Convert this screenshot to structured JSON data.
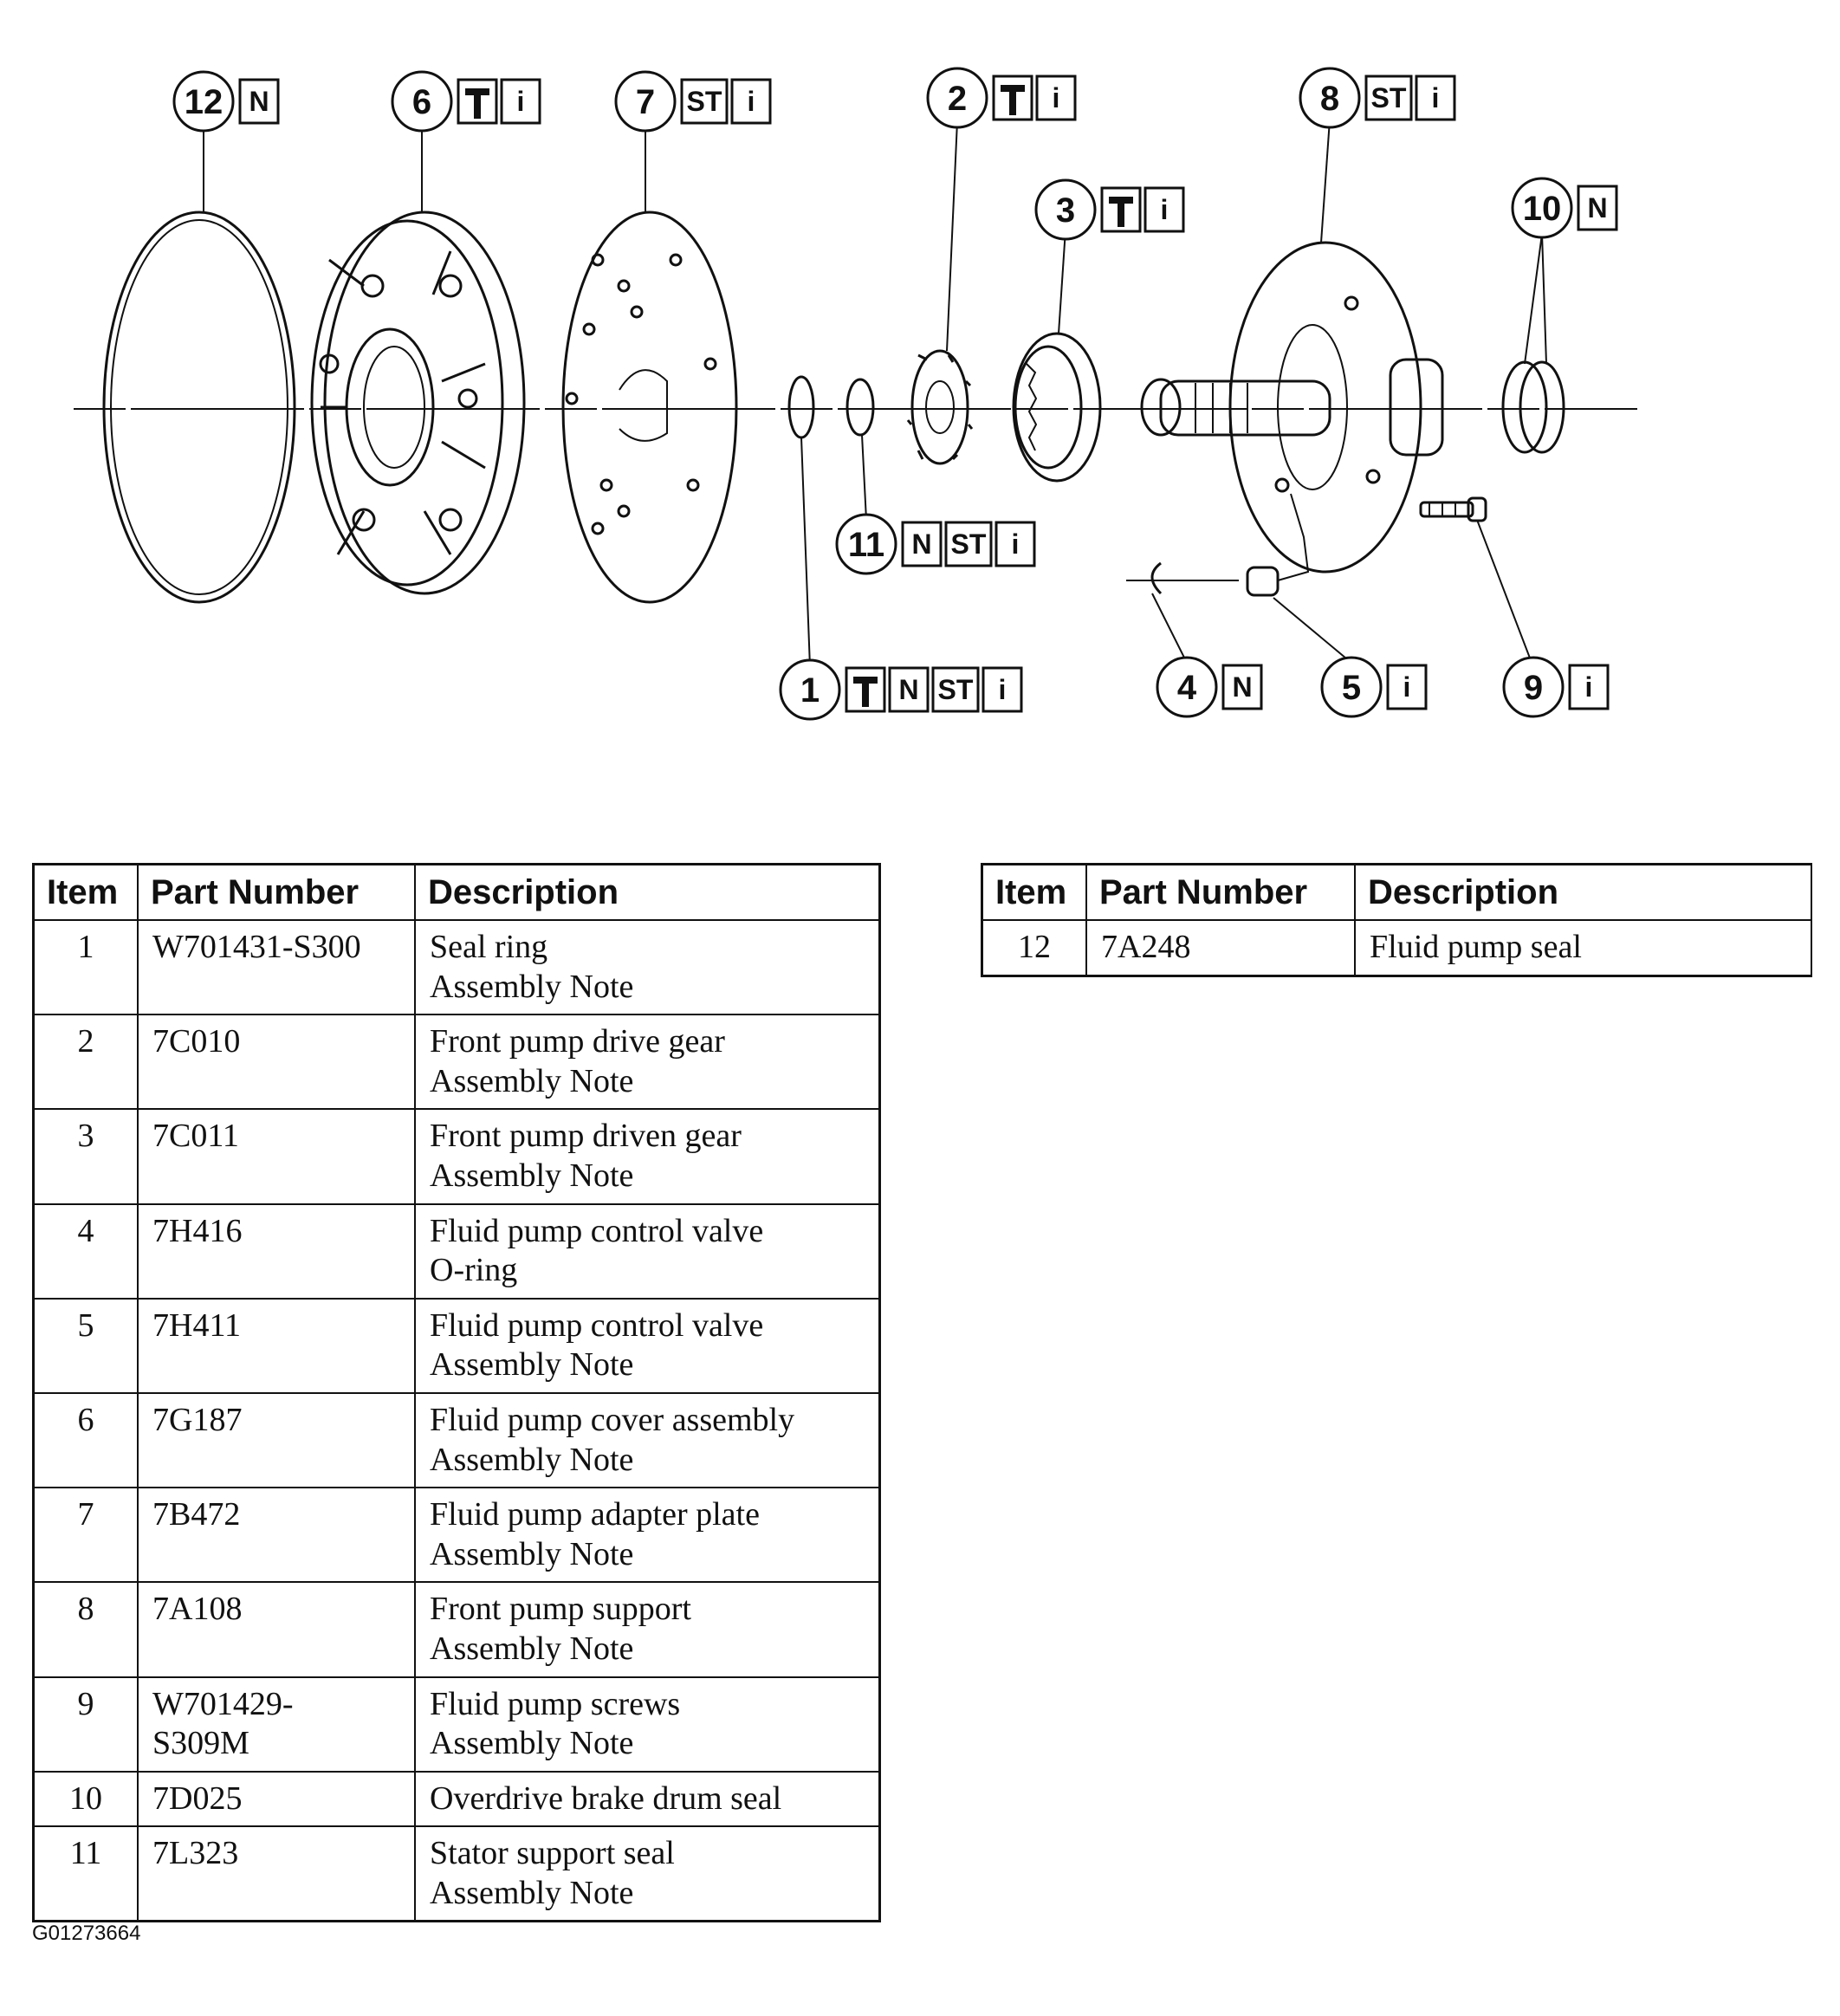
{
  "callouts": [
    {
      "num": "12",
      "badges": [
        "N"
      ]
    },
    {
      "num": "6",
      "badges": [
        "hammer",
        "i"
      ]
    },
    {
      "num": "7",
      "badges": [
        "ST",
        "i"
      ]
    },
    {
      "num": "2",
      "badges": [
        "hammer",
        "i"
      ]
    },
    {
      "num": "8",
      "badges": [
        "ST",
        "i"
      ]
    },
    {
      "num": "3",
      "badges": [
        "hammer",
        "i"
      ]
    },
    {
      "num": "10",
      "badges": [
        "N"
      ]
    },
    {
      "num": "11",
      "badges": [
        "N",
        "ST",
        "i"
      ]
    },
    {
      "num": "1",
      "badges": [
        "hammer",
        "N",
        "ST",
        "i"
      ]
    },
    {
      "num": "4",
      "badges": [
        "N"
      ]
    },
    {
      "num": "5",
      "badges": [
        "i"
      ]
    },
    {
      "num": "9",
      "badges": [
        "i"
      ]
    }
  ],
  "table_headers": {
    "item": "Item",
    "part_number": "Part Number",
    "description": "Description"
  },
  "parts_left": [
    {
      "item": "1",
      "part": "W701431-S300",
      "desc": [
        "Seal ring",
        "Assembly Note"
      ]
    },
    {
      "item": "2",
      "part": "7C010",
      "desc": [
        "Front pump drive gear",
        "Assembly Note"
      ]
    },
    {
      "item": "3",
      "part": "7C011",
      "desc": [
        "Front pump driven gear",
        "Assembly Note"
      ]
    },
    {
      "item": "4",
      "part": "7H416",
      "desc": [
        "Fluid pump control valve",
        "O-ring"
      ]
    },
    {
      "item": "5",
      "part": "7H411",
      "desc": [
        "Fluid pump control valve",
        "Assembly Note"
      ]
    },
    {
      "item": "6",
      "part": "7G187",
      "desc": [
        "Fluid pump cover assembly",
        "Assembly Note"
      ]
    },
    {
      "item": "7",
      "part": "7B472",
      "desc": [
        "Fluid pump adapter plate",
        "Assembly Note"
      ]
    },
    {
      "item": "8",
      "part": "7A108",
      "desc": [
        "Front pump support",
        "Assembly Note"
      ]
    },
    {
      "item": "9",
      "part": [
        "W701429-",
        "S309M"
      ],
      "desc": [
        "Fluid pump screws",
        "Assembly Note"
      ]
    },
    {
      "item": "10",
      "part": "7D025",
      "desc": [
        "Overdrive brake drum seal"
      ]
    },
    {
      "item": "11",
      "part": "7L323",
      "desc": [
        "Stator support seal",
        "Assembly Note"
      ]
    }
  ],
  "parts_right": [
    {
      "item": "12",
      "part": "7A248",
      "desc": [
        "Fluid pump seal"
      ]
    }
  ],
  "figure_id": "G01273664"
}
